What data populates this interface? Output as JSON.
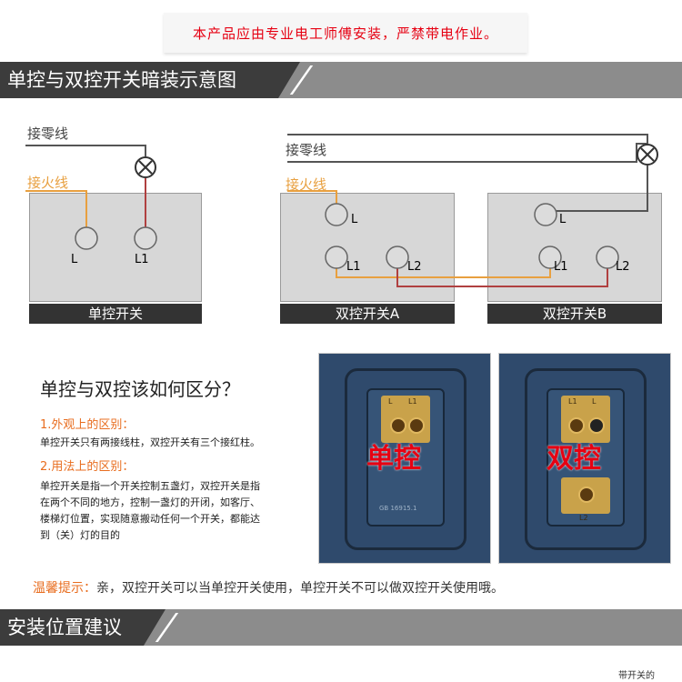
{
  "warning": "本产品应由专业电工师傅安装，严禁带电作业。",
  "section1_title": "单控与双控开关暗装示意图",
  "section2_title": "安装位置建议",
  "diagram": {
    "neutral_label": "接零线",
    "live_label": "接火线",
    "single": {
      "label": "单控开关",
      "terminals": [
        "L",
        "L1"
      ]
    },
    "double_a": {
      "label": "双控开关A",
      "terminals": [
        "L",
        "L1",
        "L2"
      ]
    },
    "double_b": {
      "label": "双控开关B",
      "terminals": [
        "L",
        "L1",
        "L2"
      ]
    },
    "colors": {
      "live": "#e8a040",
      "load": "#b04040",
      "neutral": "#555555"
    }
  },
  "difference": {
    "heading": "单控与双控该如何区分？",
    "appearance_title": "1.外观上的区别：",
    "appearance_text": "单控开关只有两接线柱，双控开关有三个接红柱。",
    "usage_title": "2.用法上的区别：",
    "usage_lines": [
      "单控开关是指一个开关控制五盏灯，双控开关是指",
      "在两个不同的地方，控制一盏灯的开闭，如客厅、",
      "楼梯灯位置，实现随意搬动任何一个开关，都能达",
      "到（关）灯的目的"
    ]
  },
  "photos": {
    "single_overlay": "单控",
    "double_overlay": "双控",
    "single_marks": [
      "L",
      "L1"
    ],
    "double_marks": [
      "L1",
      "L",
      "L2"
    ],
    "cert_text": "GB 16915.1"
  },
  "tip": {
    "prefix": "温馨提示：",
    "text": "亲，双控开关可以当单控开关使用，单控开关不可以做双控开关使用哦。"
  },
  "bottom_snippet": "带开关的"
}
